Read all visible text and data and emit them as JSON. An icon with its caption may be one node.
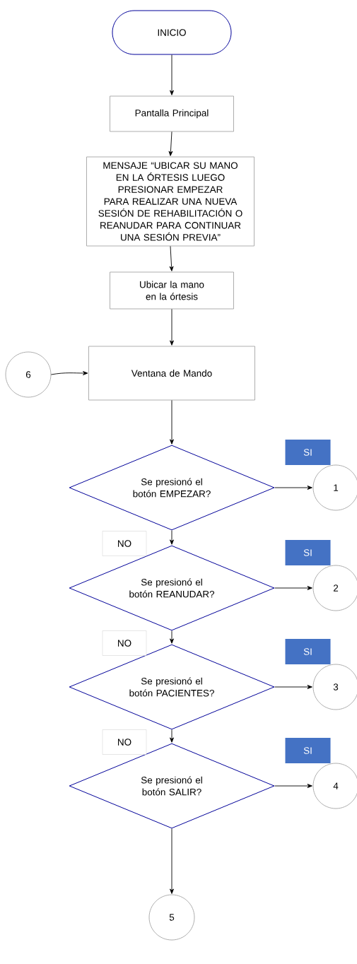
{
  "diagram": {
    "nodes": [
      {
        "text": [
          "INICIO"
        ]
      },
      {
        "text": [
          "Pantalla Principal"
        ]
      },
      {
        "text": [
          "MENSAJE “UBICAR SU MANO EN LA ÓRTESIS LUEGO PRESIONAR EMPEZAR PARA REALIZAR UNA NUEVA SESIÓN DE REHABILITACIÓN O REANUDAR PARA CONTINUAR UNA SESIÓN PREVIA”"
        ]
      },
      {
        "text": [
          "Ubicar la mano en la órtesis"
        ]
      },
      {
        "text": [
          "6"
        ]
      },
      {
        "text": [
          "Ventana de Mando"
        ]
      },
      {
        "text": [
          "Se presionó el botón EMPEZAR?"
        ]
      },
      {
        "text": [
          "1"
        ]
      },
      {
        "text": [
          "Se presionó el botón REANUDAR?"
        ]
      },
      {
        "text": [
          "2"
        ]
      },
      {
        "text": [
          "Se presionó el botón PACIENTES?"
        ]
      },
      {
        "text": [
          "3"
        ]
      },
      {
        "text": [
          "Se presionó el botón SALIR?"
        ]
      },
      {
        "text": [
          "4"
        ]
      },
      {
        "text": [
          "5"
        ]
      }
    ],
    "edges": [
      {
        "from": 0,
        "to": 1,
        "arrow": "to"
      },
      {
        "from": 1,
        "to": 2,
        "arrow": "to"
      },
      {
        "from": 2,
        "to": 3,
        "arrow": "to"
      },
      {
        "from": 3,
        "to": 5,
        "arrow": "to"
      },
      {
        "from": 4,
        "to": 5,
        "arrow": "to"
      },
      {
        "from": 5,
        "to": 6,
        "arrow": "to"
      },
      {
        "from": 6,
        "to": 7,
        "arrow": "to",
        "label": "SI"
      },
      {
        "from": 6,
        "to": 8,
        "arrow": "to",
        "label": "NO"
      },
      {
        "from": 8,
        "to": 9,
        "arrow": "to",
        "label": "SI"
      },
      {
        "from": 8,
        "to": 10,
        "arrow": "to",
        "label": "NO"
      },
      {
        "from": 10,
        "to": 11,
        "arrow": "to",
        "label": "SI"
      },
      {
        "from": 10,
        "to": 12,
        "arrow": "to",
        "label": "NO"
      },
      {
        "from": 12,
        "to": 13,
        "arrow": "to",
        "label": "SI"
      },
      {
        "from": 12,
        "to": 14,
        "arrow": "to"
      }
    ]
  }
}
